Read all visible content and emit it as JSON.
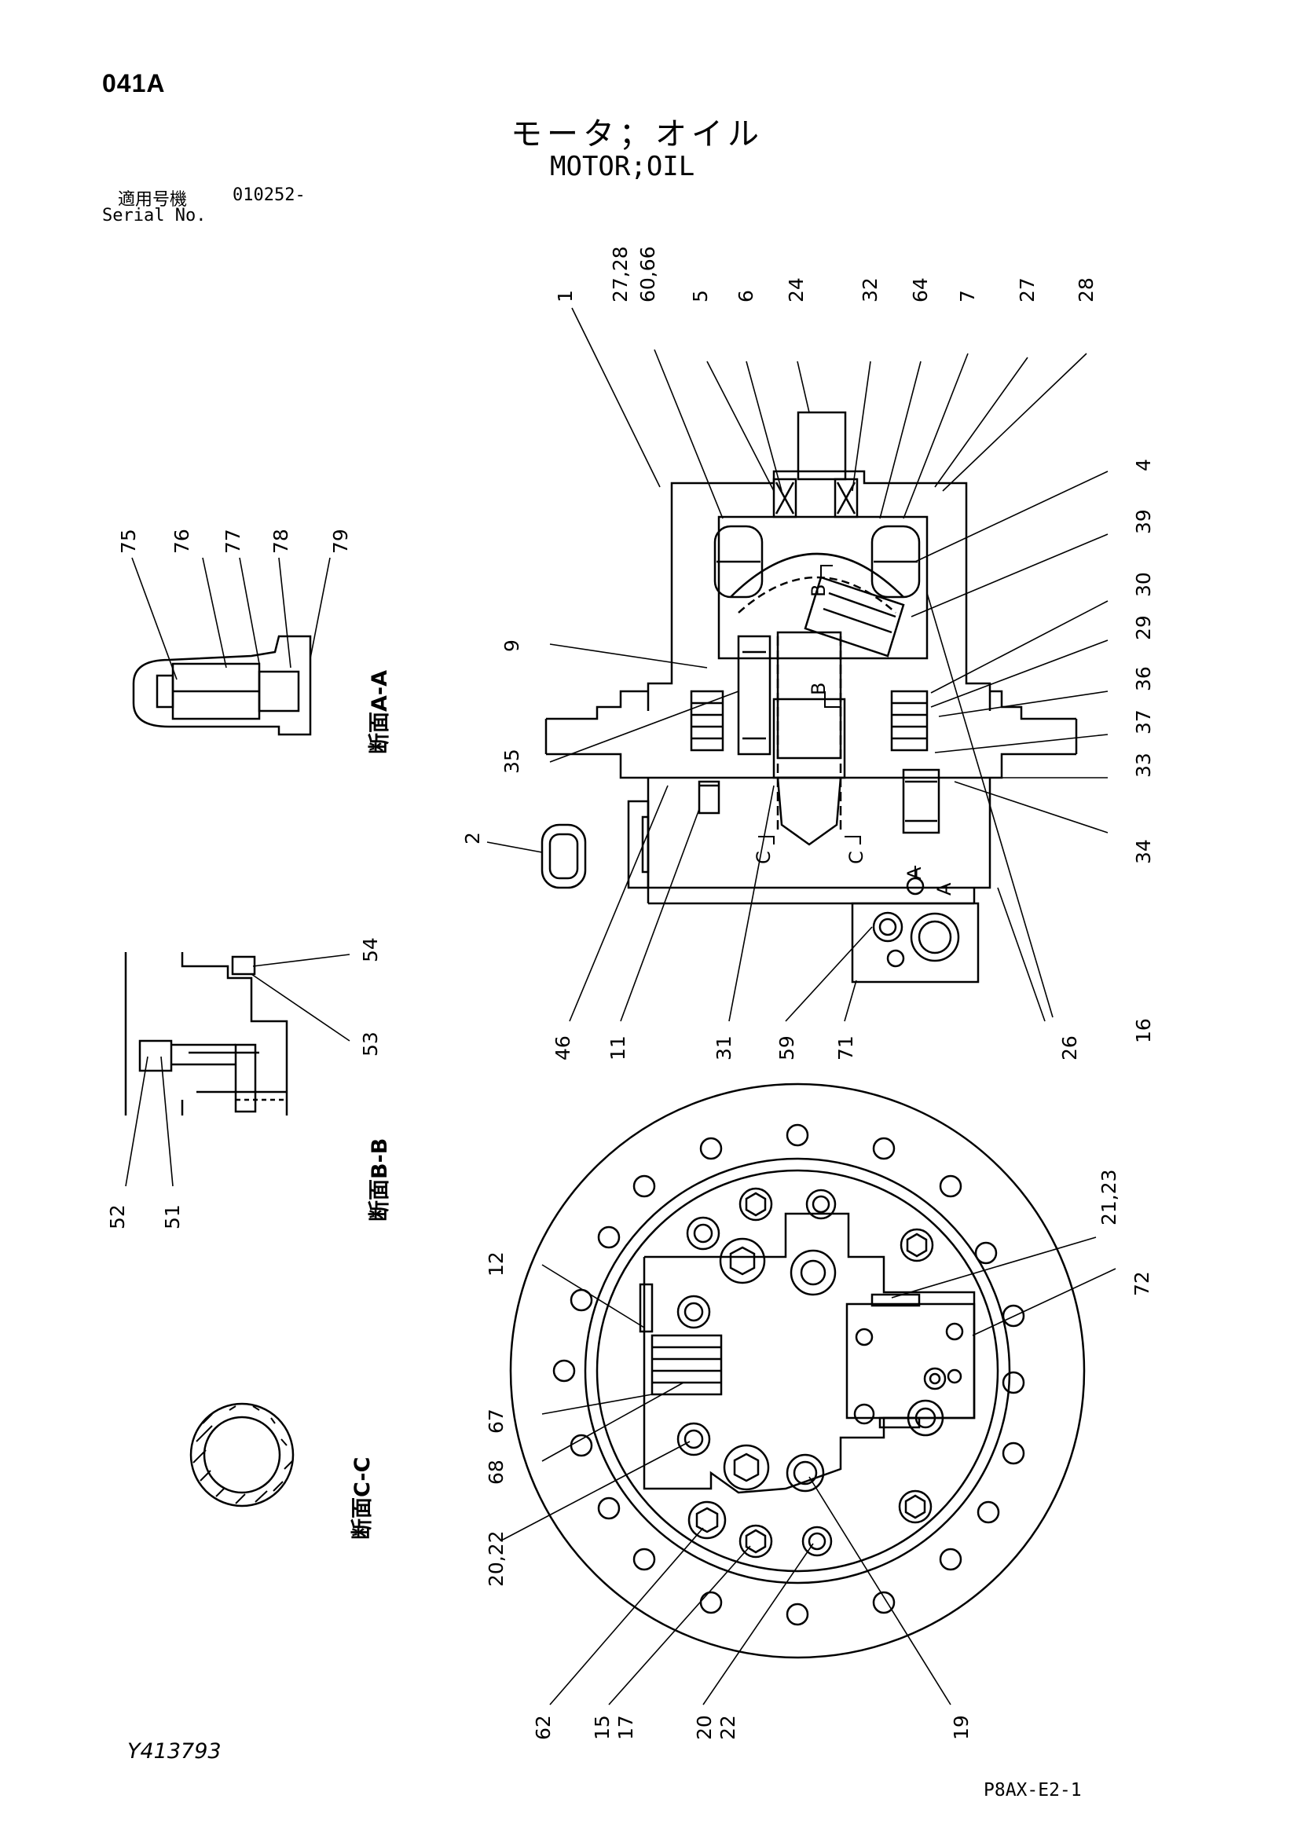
{
  "header": {
    "page_code": "041A",
    "title_ja": "モータ；オイル",
    "title_en": "MOTOR;OIL",
    "serial_label_ja": "適用号機",
    "serial_number": "010252-",
    "serial_label_en": "Serial No."
  },
  "footer": {
    "doc_number": "Y413793",
    "sheet_code": "P8AX-E2-1"
  },
  "section_views": {
    "a_a": "断面A-A",
    "b_b": "断面B-B",
    "c_c": "断面C-C"
  },
  "view_markers": [
    "B",
    "B",
    "C",
    "C",
    "A",
    "A"
  ],
  "callouts": {
    "side_view": [
      "1",
      "27,28",
      "60,66",
      "5",
      "6",
      "24",
      "32",
      "64",
      "7",
      "27",
      "28",
      "4",
      "39",
      "30",
      "29",
      "36",
      "37",
      "33",
      "34",
      "16",
      "26",
      "71",
      "59",
      "31",
      "11",
      "46",
      "2",
      "35",
      "9"
    ],
    "section_a_a": [
      "75",
      "76",
      "77",
      "78",
      "79"
    ],
    "section_b_b": [
      "54",
      "53",
      "52",
      "51"
    ],
    "end_view": [
      "21,23",
      "72",
      "12",
      "67",
      "68",
      "20,22",
      "62",
      "15",
      "17",
      "20",
      "22",
      "19"
    ]
  }
}
